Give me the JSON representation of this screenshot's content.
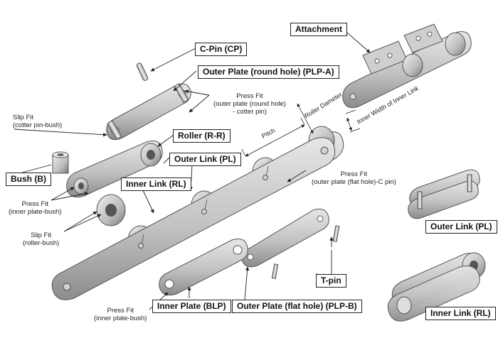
{
  "labels": {
    "attachment": "Attachment",
    "c_pin": "C-Pin (CP)",
    "outer_plate_round": "Outer Plate (round hole) (PLP-A)",
    "roller": "Roller (R-R)",
    "outer_link_center": "Outer Link (PL)",
    "bush": "Bush (B)",
    "inner_link_center": "Inner Link (RL)",
    "t_pin": "T-pin",
    "outer_link_right": "Outer Link (PL)",
    "inner_plate": "Inner Plate (BLP)",
    "outer_plate_flat": "Outer Plate (flat hole) (PLP-B)",
    "inner_link_right": "Inner Link (RL)"
  },
  "notes": {
    "press_fit_round": [
      "Press Fit",
      "(outer plate (round hole)",
      "- cotter pin)"
    ],
    "slip_fit_cotter": [
      "Slip Fit",
      "(cotter pin-bush)"
    ],
    "press_fit_inner": [
      "Press Fit",
      "(inner plate-bush)"
    ],
    "slip_fit_roller": [
      "Slip Fit",
      "(roller-bush)"
    ],
    "press_fit_flat": [
      "Press Fit",
      "(outer plate (flat hole)-C pin)"
    ],
    "press_fit_inner_bottom": [
      "Press Fit",
      "(inner plate-bush)"
    ]
  },
  "dimensions": {
    "roller_diameter": "Roller Dameter",
    "inner_width": "Inner Width of Inner Link",
    "pitch": "Pitch"
  },
  "colors": {
    "steel_light": "#dcdcdc",
    "steel_mid": "#b4b4b4",
    "steel_dark": "#7e7e7e",
    "outline": "#555555",
    "leader": "#222222"
  }
}
